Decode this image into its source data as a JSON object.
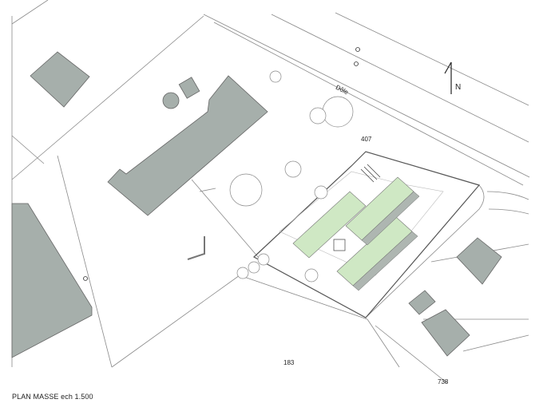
{
  "caption": "PLAN MASSE ech 1.500",
  "north_label": "N",
  "road_label": "Dôle",
  "parcels": {
    "p407": "407",
    "p183": "183",
    "p738": "738"
  },
  "colors": {
    "building": "#a6afab",
    "outline": "#555555",
    "green_roof": "#cfe8c4",
    "line": "#777777"
  }
}
